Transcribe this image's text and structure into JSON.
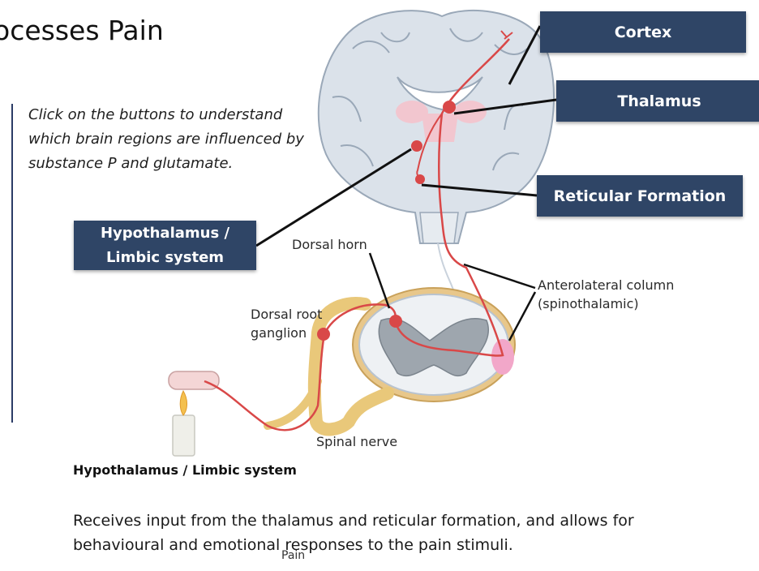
{
  "page": {
    "title": "ocesses Pain"
  },
  "intro": {
    "text": "Click on the buttons to understand which brain regions are influenced by substance P and glutamate."
  },
  "buttons": {
    "cortex": "Cortex",
    "thalamus": "Thalamus",
    "reticular": "Reticular Formation",
    "hypothalamus": "Hypothalamus / Limbic system"
  },
  "diagram_labels": {
    "dorsal_horn": "Dorsal horn",
    "dorsal_root_line1": "Dorsal root",
    "dorsal_root_line2": "ganglion",
    "anterolateral_line1": "Anterolateral column",
    "anterolateral_line2": "(spinothalamic)",
    "spinal_nerve": "Spinal nerve"
  },
  "detail": {
    "title": "Hypothalamus / Limbic system",
    "body": "Receives input from the thalamus and reticular formation, and allows for behavioural and emotional responses to the pain stimuli."
  },
  "footer": {
    "text": "Pain"
  },
  "colors": {
    "button_bg": "#2f4566",
    "pathway": "#d94848",
    "nerve": "#e9c87a",
    "brain": "#d8dfe8"
  }
}
